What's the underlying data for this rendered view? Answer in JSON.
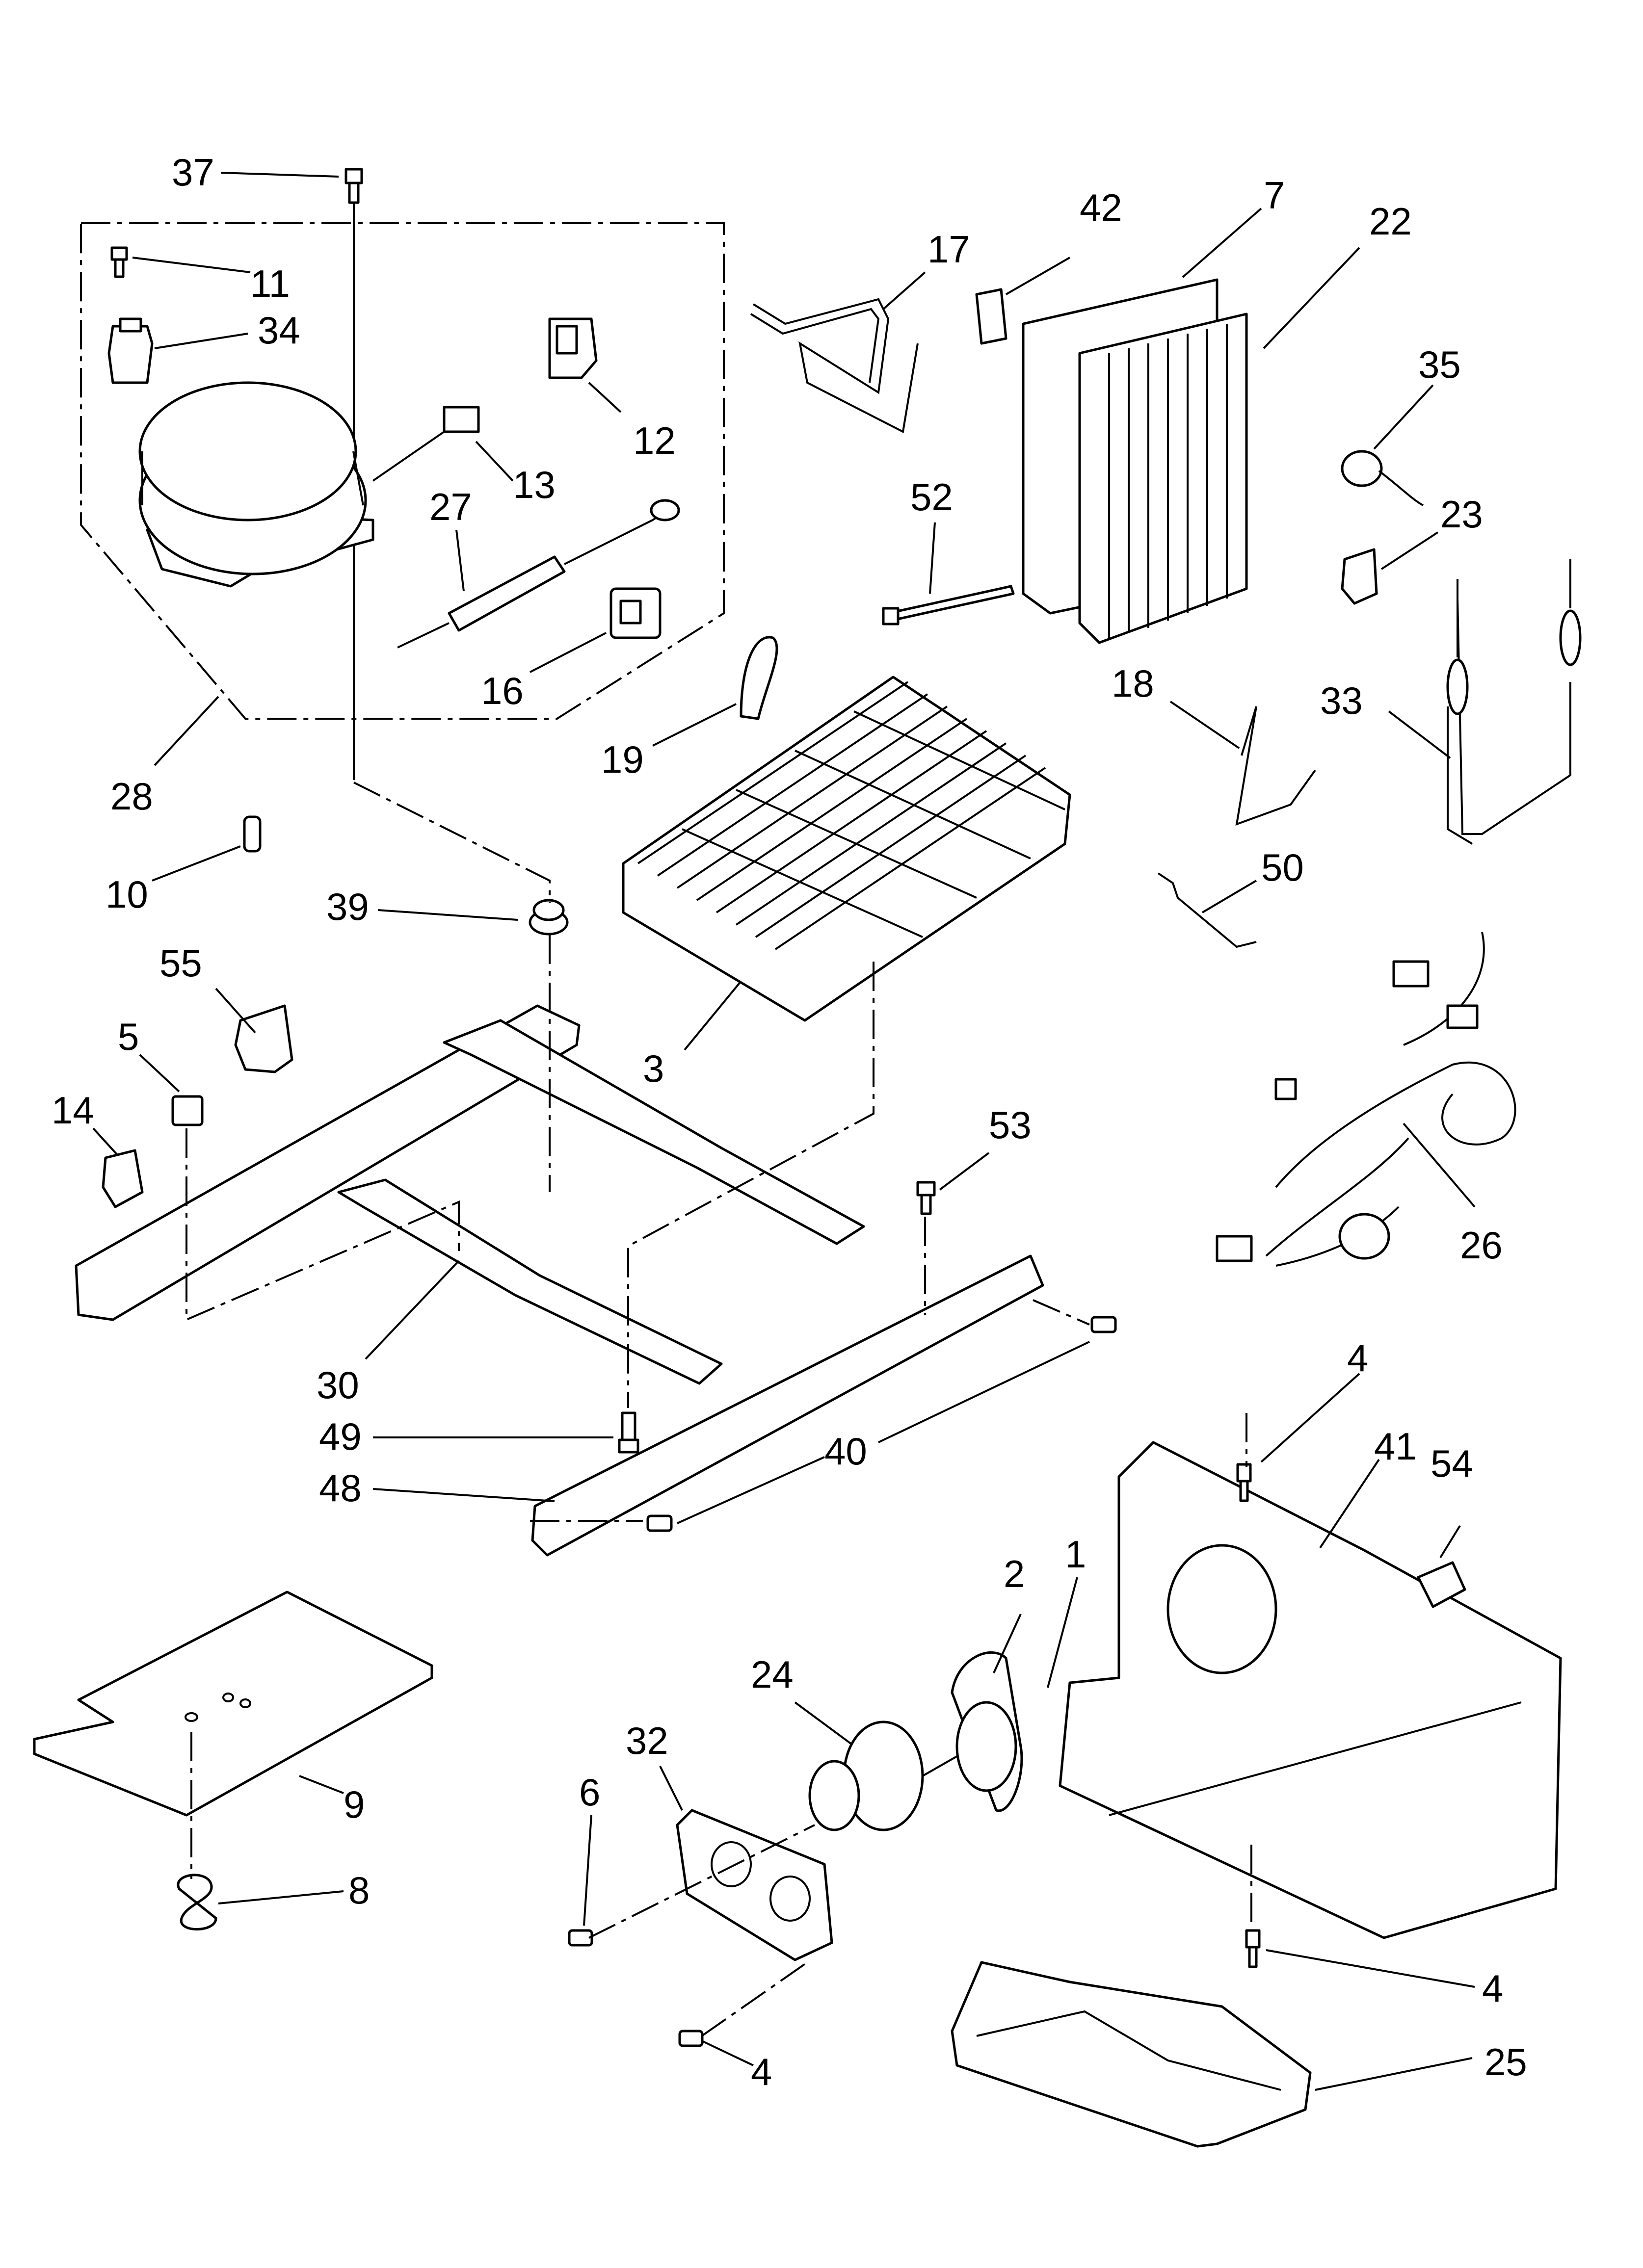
{
  "labels": {
    "p37": "37",
    "p11": "11",
    "p34": "34",
    "p12": "12",
    "p13": "13",
    "p27": "27",
    "p16": "16",
    "p28": "28",
    "p17": "17",
    "p42": "42",
    "p7": "7",
    "p22": "22",
    "p35": "35",
    "p23": "23",
    "p52": "52",
    "p19": "19",
    "p18": "18",
    "p33": "33",
    "p10": "10",
    "p39": "39",
    "p50": "50",
    "p55": "55",
    "p5": "5",
    "p3": "3",
    "p14": "14",
    "p53": "53",
    "p26": "26",
    "p30": "30",
    "p49": "49",
    "p40": "40",
    "p4a": "4",
    "p41": "41",
    "p54": "54",
    "p48": "48",
    "p2": "2",
    "p1": "1",
    "p24": "24",
    "p32": "32",
    "p9": "9",
    "p6": "6",
    "p8": "8",
    "p4b": "4",
    "p4c": "4",
    "p25": "25"
  },
  "colors": {
    "line": "#000000",
    "background": "#ffffff"
  }
}
